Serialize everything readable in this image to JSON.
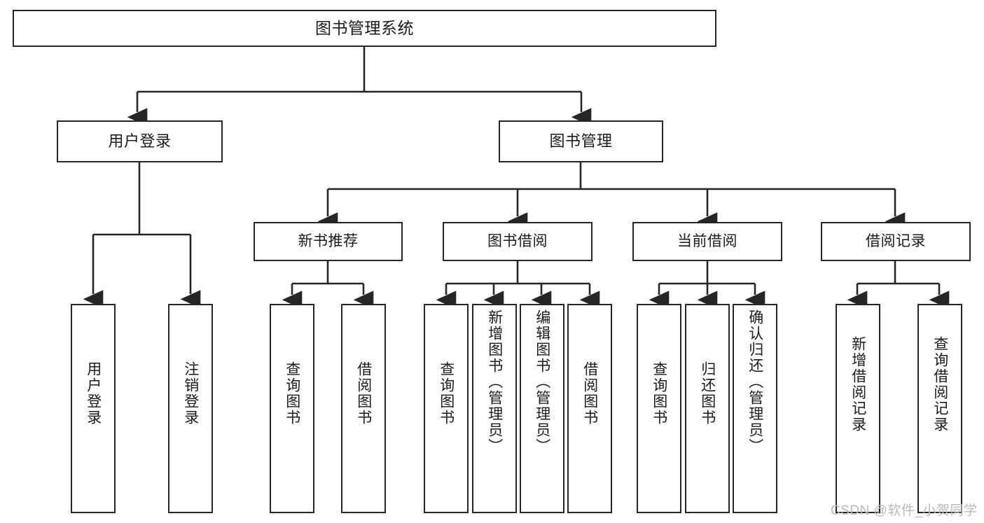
{
  "diagram": {
    "title": "图书管理系统",
    "type": "functional-structure-tree",
    "root": {
      "label": "图书管理系统"
    },
    "level1": [
      {
        "id": "user-login",
        "label": "用户登录"
      },
      {
        "id": "book-management",
        "label": "图书管理"
      }
    ],
    "level2": [
      {
        "id": "new-book-recommend",
        "label": "新书推荐",
        "parent": "book-management"
      },
      {
        "id": "book-borrow",
        "label": "图书借阅",
        "parent": "book-management"
      },
      {
        "id": "current-borrow",
        "label": "当前借阅",
        "parent": "book-management"
      },
      {
        "id": "borrow-record",
        "label": "借阅记录",
        "parent": "book-management"
      }
    ],
    "leaves": [
      {
        "id": "leaf-user-login",
        "label": "用户登录",
        "parent": "user-login"
      },
      {
        "id": "leaf-user-logout",
        "label": "注销登录",
        "parent": "user-login"
      },
      {
        "id": "leaf-query-book-1",
        "label": "查询图书",
        "parent": "new-book-recommend"
      },
      {
        "id": "leaf-borrow-book-1",
        "label": "借阅图书",
        "parent": "new-book-recommend"
      },
      {
        "id": "leaf-query-book-2",
        "label": "查询图书",
        "parent": "book-borrow"
      },
      {
        "id": "leaf-add-book",
        "label": "新增图书（管理员）",
        "parent": "book-borrow"
      },
      {
        "id": "leaf-edit-book",
        "label": "编辑图书（管理员）",
        "parent": "book-borrow"
      },
      {
        "id": "leaf-borrow-book-2",
        "label": "借阅图书",
        "parent": "book-borrow"
      },
      {
        "id": "leaf-query-book-3",
        "label": "查询图书",
        "parent": "current-borrow"
      },
      {
        "id": "leaf-return-book",
        "label": "归还图书",
        "parent": "current-borrow"
      },
      {
        "id": "leaf-confirm-return",
        "label": "确认归还（管理员）",
        "parent": "current-borrow"
      },
      {
        "id": "leaf-add-record",
        "label": "新增借阅记录",
        "parent": "borrow-record"
      },
      {
        "id": "leaf-query-record",
        "label": "查询借阅记录",
        "parent": "borrow-record"
      }
    ],
    "watermark": "CSDN @软件_小贺同学",
    "colors": {
      "stroke": "#262626",
      "text": "#1b1b1b",
      "background": "#ffffff",
      "watermark": "#b9b9b9"
    }
  }
}
